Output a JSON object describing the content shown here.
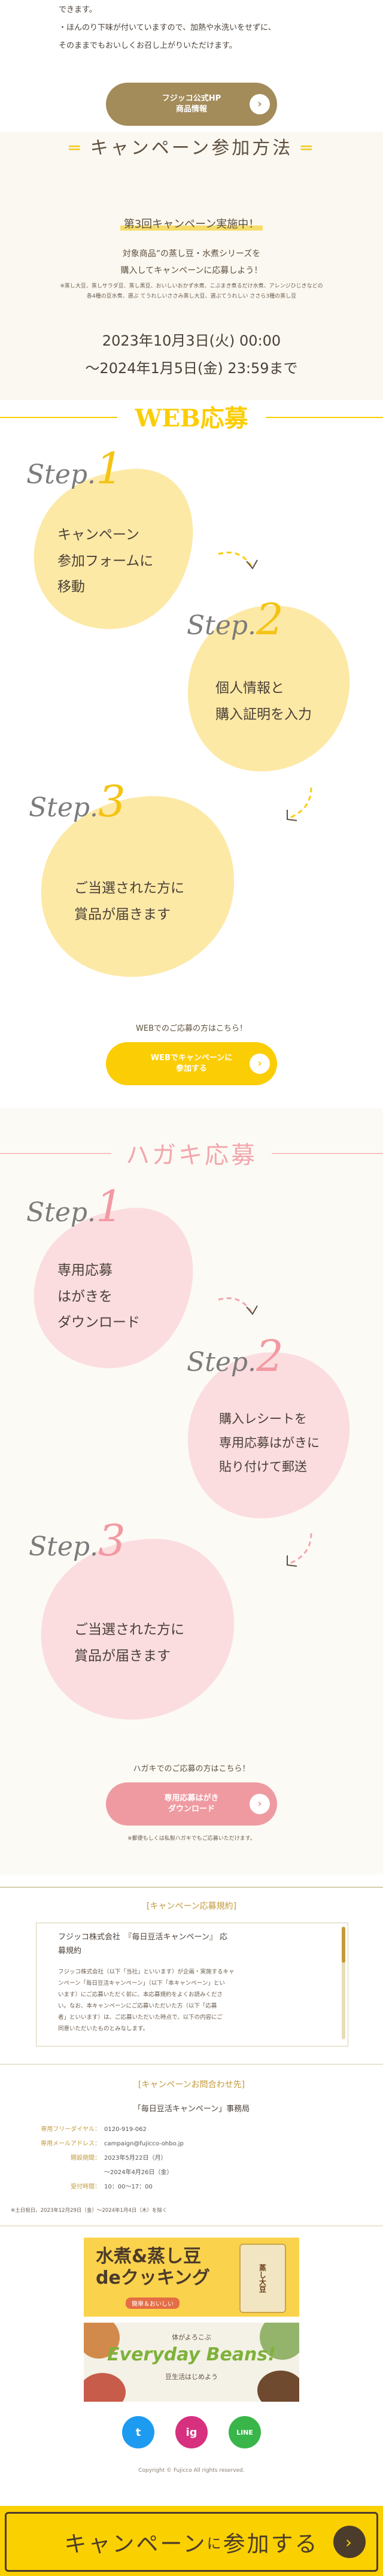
{
  "top_note": {
    "line1": "できます。",
    "line2": "・ほんのり下味が付いていますので、加熱や水洗いをせずに、",
    "line3": "そのままでもおいしくお召し上がりいただけます。"
  },
  "hp_button": {
    "line1": "フジッコ公式HP",
    "line2": "商品情報"
  },
  "how_to": {
    "title": "キャンペーン参加方法",
    "highlight": "第3回キャンペーン実施中！",
    "sub1": "対象商品”の蒸し豆・水煮シリーズを",
    "sub2": "購入してキャンペーンに応募しよう！",
    "fine1": "※蒸し大豆、蒸しサラダ豆、蒸し黒豆、おいしいおかず水煮、こぶまき煮るだけ水煮、アレンジひじきなどの",
    "fine2": "各4種の豆水煮、選ぶ てうれしいささみ蒸し大豆、選ぶてうれしい ささら3種の蒸し豆",
    "date1": "2023年10月3日(火) 00:00",
    "date2": "〜2024年1月5日(金) 23:59まで"
  },
  "web": {
    "title": "WEB応募",
    "step_word": "Step.",
    "steps": [
      {
        "num": "1",
        "line1": "キャンペーン",
        "line2": "参加フォームに",
        "line3": "移動"
      },
      {
        "num": "2",
        "line1": "個人情報と",
        "line2": "購入証明を入力"
      },
      {
        "num": "3",
        "line1": "ご当選された方に",
        "line2": "賞品が届きます"
      }
    ],
    "cta_lead": "WEBでのご応募の方はこちら！",
    "cta_line1": "WEBでキャンペーンに",
    "cta_line2": "参加する"
  },
  "postcard": {
    "title": "ハガキ応募",
    "step_word": "Step.",
    "steps": [
      {
        "num": "1",
        "line1": "専用応募",
        "line2": "はがきを",
        "line3": "ダウンロード"
      },
      {
        "num": "2",
        "line1": "購入レシートを",
        "line2": "専用応募はがきに",
        "line3": "貼り付けて郵送"
      },
      {
        "num": "3",
        "line1": "ご当選された方に",
        "line2": "賞品が届きます"
      }
    ],
    "cta_lead": "ハガキでのご応募の方はこちら！",
    "cta_line1": "専用応募はがき",
    "cta_line2": "ダウンロード",
    "note": "※郵便もしくは私製ハガキでもご応募いただけます。"
  },
  "rules": {
    "heading": "[キャンペーン応募規約]",
    "box_title1": "フジッコ株式会社　『毎日豆活キャンペーン』 応",
    "box_title2": "募規約",
    "body1": "フジッコ株式会社（以下「当社」といいます）が企画・実施するキャ",
    "body2": "ンペーン「毎日豆活キャンペーン」（以下「本キャンペーン」とい",
    "body3": "います）にご応募いただく前に、本応募規約をよくお読みくださ",
    "body4": "い。なお、本キャンペーンにご応募いただいた方（以下「応募",
    "body5": "者」といいます）は、ご応募いただいた時点で、以下の内容にご",
    "body6": "同意いただいたものとみなします。"
  },
  "contact": {
    "heading": "[キャンペーンお問合わせ先]",
    "org": "「毎日豆活キャンペーン」事務局",
    "rows": [
      {
        "k": "専用フリーダイヤル：",
        "v": "0120-919-062"
      },
      {
        "k": "専用メールアドレス：",
        "v": "campaign@fujicco-ohbo.jp"
      },
      {
        "k": "開設期間：",
        "v": "2023年5月22日（月）"
      },
      {
        "k": "",
        "v": "〜2024年4月26日（金）"
      },
      {
        "k": "受付時間：",
        "v": "10：00〜17：00"
      }
    ],
    "note": "※土日祝日、2023年12月29日（金）〜2024年1月4日（木）を除く"
  },
  "banners": {
    "b1_line1": "水煮&蒸し豆",
    "b1_line2": "deクッキング",
    "b1_tag": "簡単＆おいしい",
    "b1_pkg": "蒸し大豆",
    "b2_small": "体がよろこぶ",
    "b2_main": "Everyday Beans!",
    "b2_sub": "豆生活はじめよう"
  },
  "social": {
    "twitter": "t",
    "instagram": "ig",
    "line": "LINE"
  },
  "copyright": "Copyright © Fujicco All rights reserved.",
  "fixed_cta": {
    "label_a": "キャンペーン",
    "label_b": "に",
    "label_c": "参加する",
    "arrow": "›"
  },
  "colors": {
    "yellow": "#fbcd05",
    "pink": "#ef9aa1",
    "brown": "#a38b5a",
    "blob_yellow": "#fde9a6",
    "blob_pink": "#fbdde0"
  }
}
